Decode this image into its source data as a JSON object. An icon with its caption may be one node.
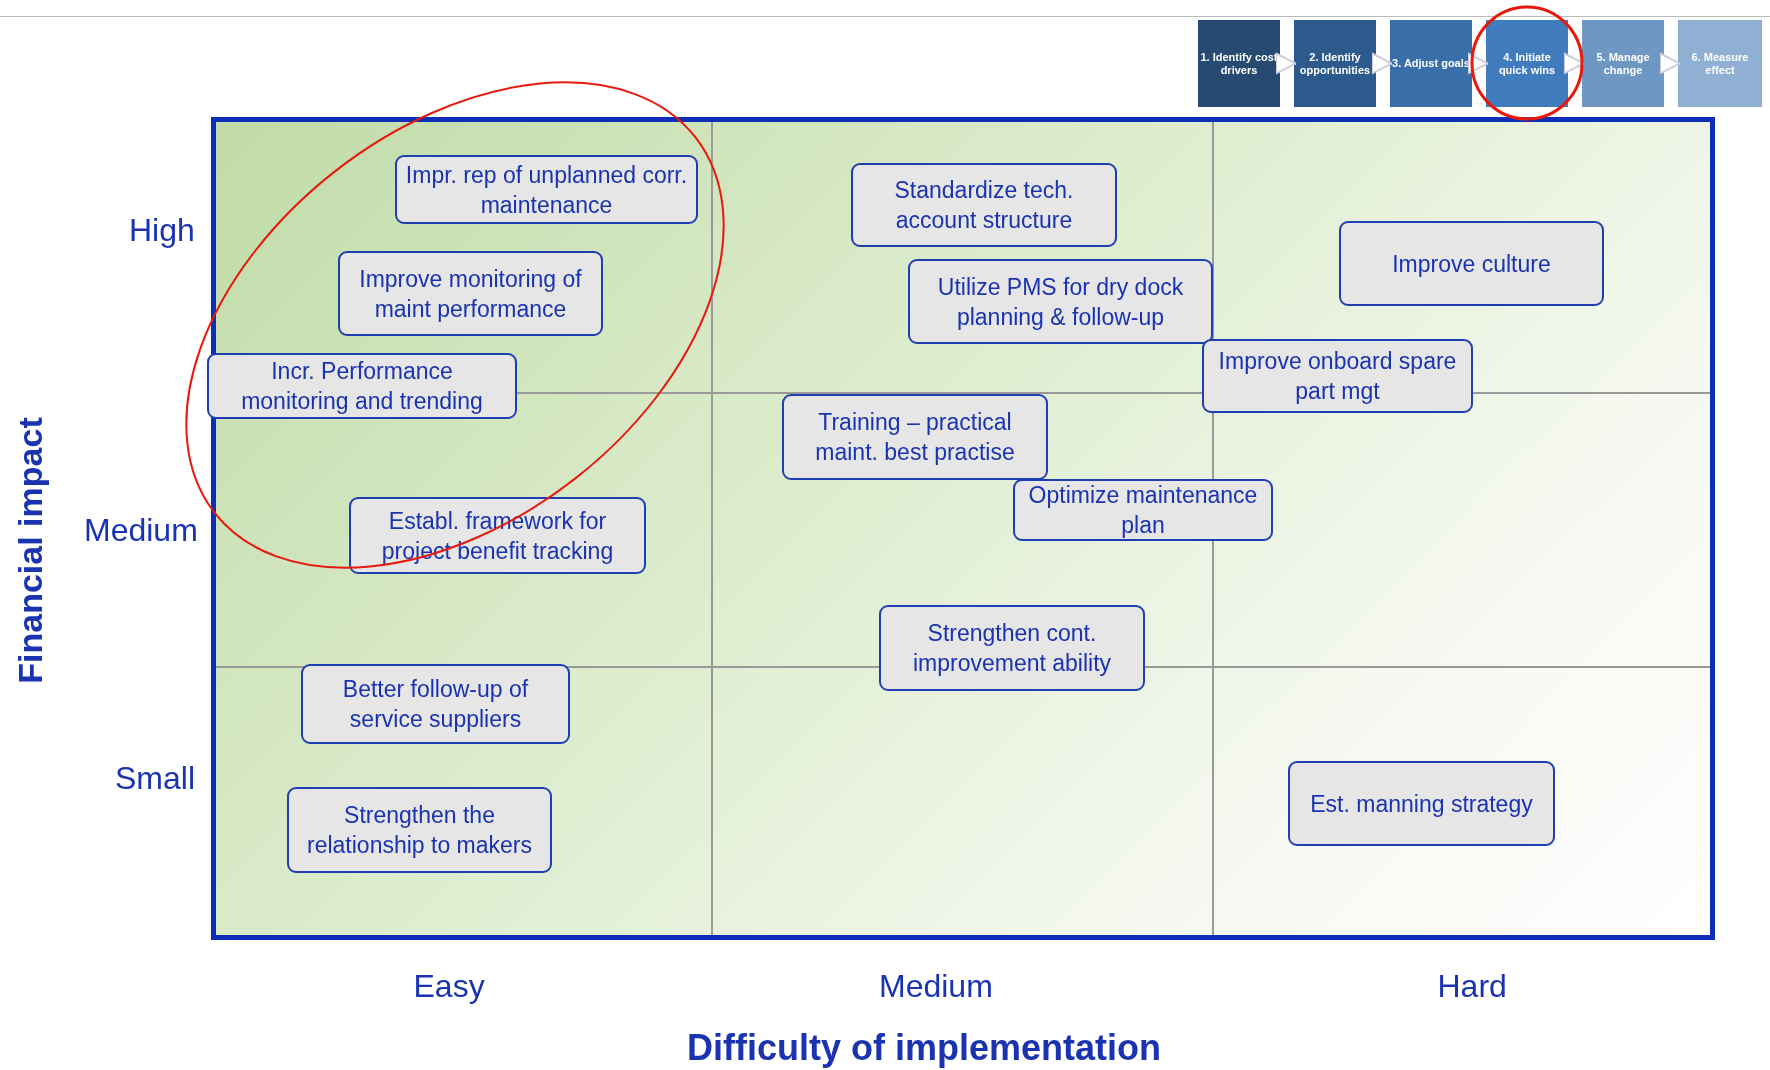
{
  "diagram": {
    "nodes": [
      {
        "text": [
          "1. Identify cost drivers"
        ]
      },
      {
        "text": [
          "2. Identify opportunities"
        ]
      },
      {
        "text": [
          "3. Adjust goals"
        ]
      },
      {
        "text": [
          "4. Initiate quick wins"
        ]
      },
      {
        "text": [
          "5. Manage change"
        ]
      },
      {
        "text": [
          "6. Measure effect"
        ]
      },
      {
        "text": [
          "Impr. rep of unplanned corr. maintenance"
        ]
      },
      {
        "text": [
          "Standardize tech. account structure"
        ]
      },
      {
        "text": [
          "Improve monitoring of maint performance"
        ]
      },
      {
        "text": [
          "Utilize PMS for dry dock planning & follow-up"
        ]
      },
      {
        "text": [
          "Improve culture"
        ]
      },
      {
        "text": [
          "Incr. Performance monitoring and trending"
        ]
      },
      {
        "text": [
          "Improve onboard spare part mgt"
        ]
      },
      {
        "text": [
          "Training – practical maint. best practise"
        ]
      },
      {
        "text": [
          "Optimize maintenance plan"
        ]
      },
      {
        "text": [
          "Establ. framework for project benefit tracking"
        ]
      },
      {
        "text": [
          "Strengthen cont. improvement ability"
        ]
      },
      {
        "text": [
          "Better follow-up of service suppliers"
        ]
      },
      {
        "text": [
          "Strengthen the relationship to makers"
        ]
      },
      {
        "text": [
          "Est. manning strategy"
        ]
      }
    ],
    "edges": [
      {
        "from": 0,
        "to": 1,
        "arrow": "to"
      },
      {
        "from": 1,
        "to": 2,
        "arrow": "to"
      },
      {
        "from": 2,
        "to": 3,
        "arrow": "to"
      },
      {
        "from": 3,
        "to": 4,
        "arrow": "to"
      },
      {
        "from": 4,
        "to": 5,
        "arrow": "to"
      }
    ],
    "labels": [
      "High",
      "Medium",
      "Small",
      "Financial impact",
      "Easy",
      "Medium",
      "Hard",
      "Difficulty of implementation"
    ]
  }
}
